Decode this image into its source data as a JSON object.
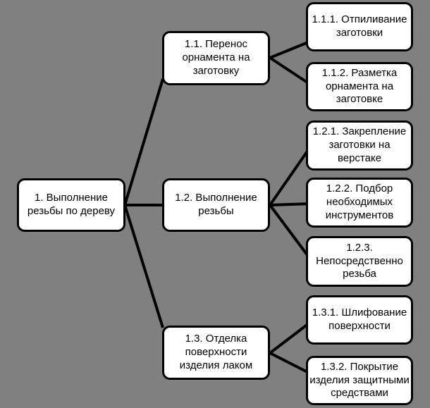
{
  "diagram": {
    "type": "horizontal-hierarchy-tree",
    "background_color": "#808080",
    "node_fill": "#ffffff",
    "node_border_color": "#000000",
    "connector_color": "#000000",
    "nodes": [
      {
        "id": "n1",
        "label": "1. Выполнение\nрезьбы по дереву"
      },
      {
        "id": "n1-1",
        "label": "1.1. Перенос\nорнамента на\nзаготовку"
      },
      {
        "id": "n1-2",
        "label": "1.2. Выполнение\nрезьбы"
      },
      {
        "id": "n1-3",
        "label": "1.3. Отделка\nповерхности\nизделия лаком"
      },
      {
        "id": "n1-1-1",
        "label": "1.1.1. Отпиливание\nзаготовки"
      },
      {
        "id": "n1-1-2",
        "label": "1.1.2. Разметка\nорнамента на\nзаготовке"
      },
      {
        "id": "n1-2-1",
        "label": "1.2.1. Закрепление\nзаготовки на\nверстаке"
      },
      {
        "id": "n1-2-2",
        "label": "1.2.2. Подбор\nнеобходимых\nинструментов"
      },
      {
        "id": "n1-2-3",
        "label": "1.2.3.\nНепосредственно\nрезьба"
      },
      {
        "id": "n1-3-1",
        "label": "1.3.1. Шлифование\nповерхности"
      },
      {
        "id": "n1-3-2",
        "label": "1.3.2. Покрытие\nизделия защитными\nсредствами"
      }
    ],
    "edges": [
      [
        "n1",
        "n1-1"
      ],
      [
        "n1",
        "n1-2"
      ],
      [
        "n1",
        "n1-3"
      ],
      [
        "n1-1",
        "n1-1-1"
      ],
      [
        "n1-1",
        "n1-1-2"
      ],
      [
        "n1-2",
        "n1-2-1"
      ],
      [
        "n1-2",
        "n1-2-2"
      ],
      [
        "n1-2",
        "n1-2-3"
      ],
      [
        "n1-3",
        "n1-3-1"
      ],
      [
        "n1-3",
        "n1-3-2"
      ]
    ]
  }
}
